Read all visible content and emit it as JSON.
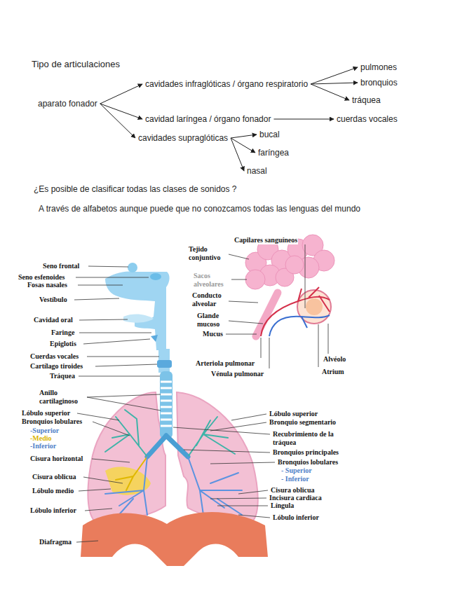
{
  "diagram": {
    "title": "Tipo de articulaciones",
    "nodes": [
      {
        "text": [
          "aparato fonador"
        ]
      },
      {
        "text": [
          "cavidades infraglóticas / órgano respiratorio"
        ]
      },
      {
        "text": [
          "pulmones"
        ]
      },
      {
        "text": [
          "bronquios"
        ]
      },
      {
        "text": [
          "tráquea"
        ]
      },
      {
        "text": [
          "cavidad laríngea / órgano fonador"
        ]
      },
      {
        "text": [
          "cuerdas vocales"
        ]
      },
      {
        "text": [
          "cavidades supraglóticas"
        ]
      },
      {
        "text": [
          "bucal"
        ]
      },
      {
        "text": [
          "faríngea"
        ]
      },
      {
        "text": [
          "nasal"
        ]
      }
    ],
    "edges": [
      {
        "from": 0,
        "to": 1,
        "arrow": "to"
      },
      {
        "from": 1,
        "to": 2,
        "arrow": "to"
      },
      {
        "from": 1,
        "to": 3,
        "arrow": "to"
      },
      {
        "from": 1,
        "to": 4,
        "arrow": "to"
      },
      {
        "from": 0,
        "to": 5,
        "arrow": "to"
      },
      {
        "from": 5,
        "to": 6,
        "arrow": "to"
      },
      {
        "from": 0,
        "to": 7,
        "arrow": "to"
      },
      {
        "from": 7,
        "to": 8,
        "arrow": "to"
      },
      {
        "from": 7,
        "to": 9,
        "arrow": "to"
      },
      {
        "from": 7,
        "to": 10,
        "arrow": "to"
      }
    ],
    "labels": [
      "¿Es posible de clasificar todas las clases de sonidos ?",
      "A través de alfabetos aunque puede que no conozcamos todas las lenguas del mundo",
      "Capilares sanguíneos",
      "Tejido conjuntivo",
      "Seno frontal",
      "Seno esfenoides",
      "Fosas nasales",
      "Sacos alveolares",
      "Conducto alveolar",
      "Vestíbulo",
      "Glande mucoso",
      "Cavidad oral",
      "Mucus",
      "Faringe",
      "Epiglotis",
      "Cuerdas vocales",
      "Alvéolo",
      "Arteriola pulmonar",
      "Cartílago tiroides",
      "Atrium",
      "Vénula pulmonar",
      "Tráquea",
      "Anillo cartilaginoso",
      "Lóbulo superior",
      "Lóbulo superior",
      "Bronquios lobulares",
      "Bronquio segmentario",
      "-Superior",
      "Recubrimiento de la tráquea",
      "-Medio",
      "-Inferior",
      "Bronquios principales",
      "Bronquios lobulares",
      "Cisura horizontal",
      "- Superior",
      "- Inferior",
      "Cisura oblicua",
      "Cisura oblicua",
      "Lóbulo medio",
      "Incisura cardiaca",
      "Língula",
      "Lóbulo inferior",
      "Lóbulo inferior",
      "Diafragma"
    ]
  }
}
